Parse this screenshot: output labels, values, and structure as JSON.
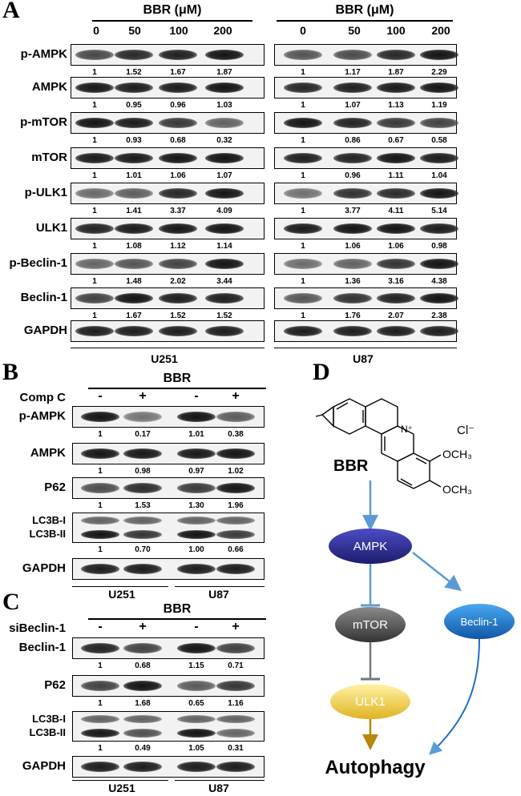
{
  "panelA": {
    "letter": "A",
    "header_title": "BBR (μM)",
    "doses": [
      "0",
      "50",
      "100",
      "200"
    ],
    "rows": [
      {
        "label": "p-AMPK",
        "u251": [
          "1",
          "1.52",
          "1.67",
          "1.87"
        ],
        "u87": [
          "1",
          "1.17",
          "1.87",
          "2.29"
        ]
      },
      {
        "label": "AMPK",
        "u251": [
          "1",
          "0.95",
          "0.96",
          "1.03"
        ],
        "u87": [
          "1",
          "1.07",
          "1.13",
          "1.19"
        ]
      },
      {
        "label": "p-mTOR",
        "u251": [
          "1",
          "0.93",
          "0.68",
          "0.32"
        ],
        "u87": [
          "1",
          "0.86",
          "0.67",
          "0.58"
        ]
      },
      {
        "label": "mTOR",
        "u251": [
          "1",
          "1.01",
          "1.06",
          "1.07"
        ],
        "u87": [
          "1",
          "0.96",
          "1.11",
          "1.04"
        ]
      },
      {
        "label": "p-ULK1",
        "u251": [
          "1",
          "1.41",
          "3.37",
          "4.09"
        ],
        "u87": [
          "1",
          "3.77",
          "4.11",
          "5.14"
        ]
      },
      {
        "label": "ULK1",
        "u251": [
          "1",
          "1.08",
          "1.12",
          "1.14"
        ],
        "u87": [
          "1",
          "1.06",
          "1.06",
          "0.98"
        ]
      },
      {
        "label": "p-Beclin-1",
        "u251": [
          "1",
          "1.48",
          "2.02",
          "3.44"
        ],
        "u87": [
          "1",
          "1.36",
          "3.16",
          "4.38"
        ]
      },
      {
        "label": "Beclin-1",
        "u251": [
          "1",
          "1.67",
          "1.52",
          "1.52"
        ],
        "u87": [
          "1",
          "1.76",
          "2.07",
          "2.38"
        ]
      },
      {
        "label": "GAPDH",
        "u251": [],
        "u87": []
      }
    ],
    "cell_u251": "U251",
    "cell_u87": "U87"
  },
  "panelB": {
    "letter": "B",
    "title": "BBR",
    "treatment": "Comp C",
    "signs": [
      "-",
      "+",
      "-",
      "+"
    ],
    "rows": [
      {
        "label": "p-AMPK",
        "values": [
          "1",
          "0.17",
          "1.01",
          "0.38"
        ]
      },
      {
        "label": "AMPK",
        "values": [
          "1",
          "0.98",
          "0.97",
          "1.02"
        ]
      },
      {
        "label": "P62",
        "values": [
          "1",
          "1.53",
          "1.30",
          "1.96"
        ]
      },
      {
        "label": "LC3B-I",
        "label2": "LC3B-II",
        "values": [
          "1",
          "0.70",
          "1.00",
          "0.66"
        ]
      },
      {
        "label": "GAPDH",
        "values": []
      }
    ],
    "cell_u251": "U251",
    "cell_u87": "U87"
  },
  "panelC": {
    "letter": "C",
    "title": "BBR",
    "treatment": "siBeclin-1",
    "signs": [
      "-",
      "+",
      "-",
      "+"
    ],
    "rows": [
      {
        "label": "Beclin-1",
        "values": [
          "1",
          "0.68",
          "1.15",
          "0.71"
        ]
      },
      {
        "label": "P62",
        "values": [
          "1",
          "1.68",
          "0.65",
          "1.16"
        ]
      },
      {
        "label": "LC3B-I",
        "label2": "LC3B-II",
        "values": [
          "1",
          "0.49",
          "1.05",
          "0.31"
        ]
      },
      {
        "label": "GAPDH",
        "values": []
      }
    ],
    "cell_u251": "U251",
    "cell_u87": "U87"
  },
  "panelD": {
    "letter": "D",
    "drug": "BBR",
    "counterion": "Cl⁻",
    "nplus": "N⁺",
    "methoxy1": "OCH₃",
    "methoxy2": "OCH₃",
    "ampk": "AMPK",
    "mtor": "mTOR",
    "ulk1": "ULK1",
    "beclin": "Beclin-1",
    "autophagy": "Autophagy",
    "colors": {
      "ampk": "#2b2a8f",
      "mtor": "#555555",
      "ulk1": "#e8c233",
      "beclin": "#1c6fc7",
      "arrow": "#5b9bd5",
      "ulk_arrow": "#b8860b"
    }
  }
}
